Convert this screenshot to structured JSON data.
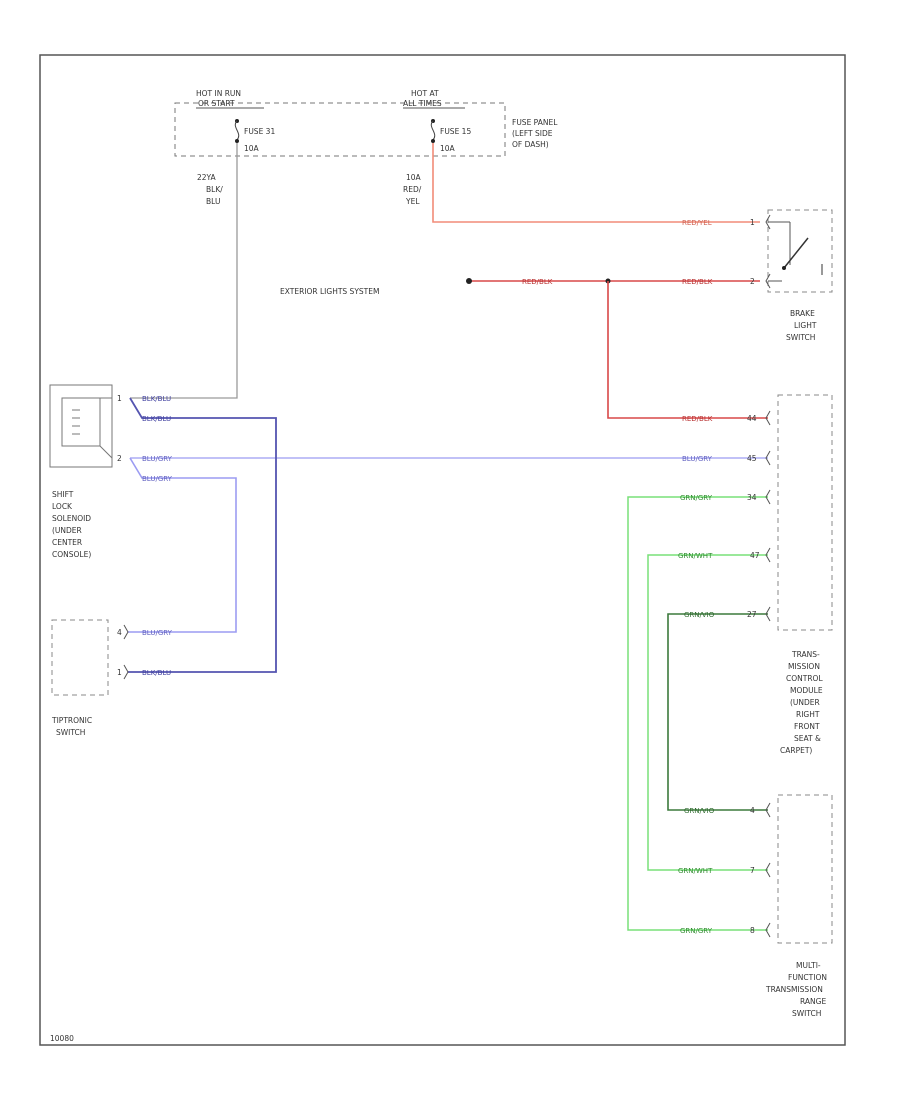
{
  "fuse_panel": {
    "left_header": [
      "HOT IN RUN",
      "OR START"
    ],
    "right_header": [
      "HOT AT",
      "ALL TIMES"
    ],
    "fuse_left": [
      "FUSE 31",
      "10A"
    ],
    "fuse_right": [
      "FUSE 15",
      "10A"
    ],
    "side_label": [
      "FUSE PANEL",
      "(LEFT SIDE",
      "OF DASH)"
    ]
  },
  "wires": {
    "ignition_feed": [
      "22YA",
      "BLK/",
      "BLU"
    ],
    "constant_feed": [
      "10A",
      "RED/",
      "YEL"
    ],
    "red_yel": "RED/YEL",
    "red_blk_left": "RED/BLK",
    "red_blk_right": "RED/BLK",
    "red_blk_down": "RED/BLK",
    "blu_grn_main": "BLU/GRY",
    "gry_1": "GRN/GRY",
    "gry_2": "GRN/WHT",
    "gry_3": "GRN/VIO",
    "gry_4": "GRN/VIO",
    "gry_5": "GRN/WHT",
    "gry_6": "GRN/GRY",
    "sol_1": "BLK/BLU",
    "sol_2": "BLK/BLU",
    "sol_3": "BLU/GRY",
    "sol_4": "BLU/GRY",
    "tip_1": "BLU/GRY",
    "tip_2": "BLK/BLU"
  },
  "pins": {
    "bls_1": "1",
    "bls_2": "2",
    "tcm_1": "44",
    "tcm_2": "45",
    "tcm_3": "34",
    "tcm_4": "47",
    "tcm_5": "27",
    "mfs_1": "4",
    "mfs_2": "7",
    "mfs_3": "8",
    "sol_a": "1",
    "sol_b": "2",
    "tip_a": "4",
    "tip_b": "1"
  },
  "components": {
    "exterior_lights": "EXTERIOR LIGHTS SYSTEM",
    "brake_switch": [
      "BRAKE",
      "LIGHT",
      "SWITCH"
    ],
    "shift_lock": [
      "SHIFT",
      "LOCK",
      "SOLENOID",
      "(UNDER",
      "CENTER",
      "CONSOLE)"
    ],
    "tiptronic": [
      "TIPTRONIC",
      "SWITCH"
    ],
    "tcm": [
      "TRANS-",
      "MISSION",
      "CONTROL",
      "MODULE",
      "(UNDER",
      "RIGHT",
      "FRONT",
      "SEAT &",
      "CARPET)"
    ],
    "mfs": [
      "MULTI-",
      "FUNCTION",
      "TRANSMISSION",
      "RANGE",
      "SWITCH"
    ]
  },
  "footer": "10080",
  "colors": {
    "red_yel": "#f28c78",
    "red_blk": "#d94848",
    "blk_blu": "#5454b0",
    "blu_gry": "#9c9cf2",
    "green": "#78e078",
    "dark_green": "#3c7a3c",
    "gray": "#9a9a9a",
    "frame": "#555555"
  }
}
